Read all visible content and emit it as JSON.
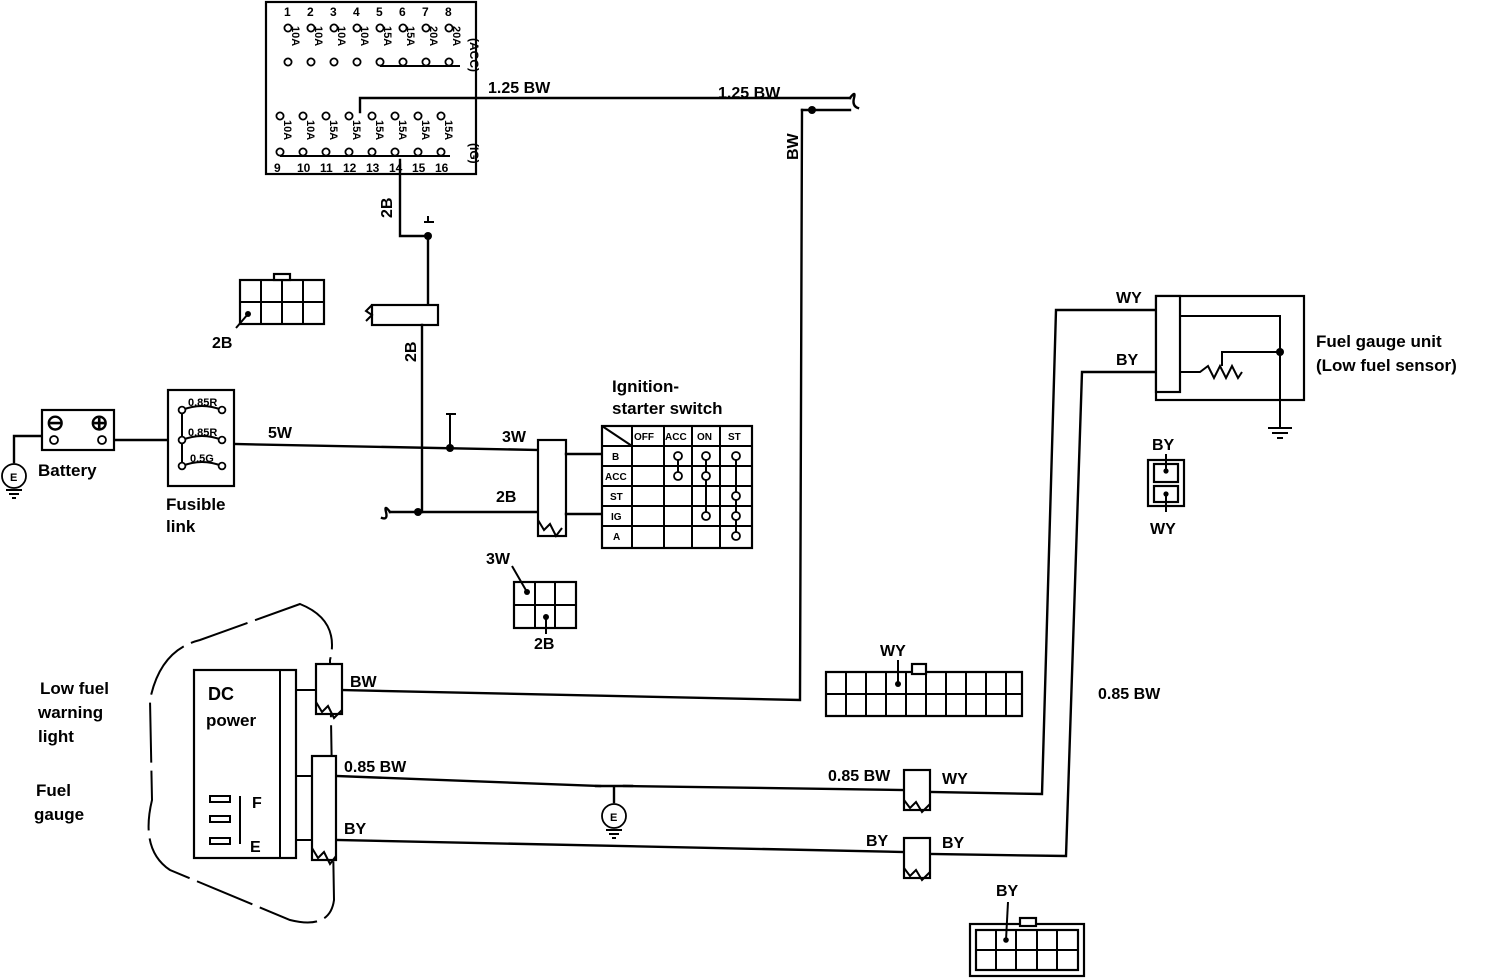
{
  "fuse_box": {
    "top_numbers": [
      "1",
      "2",
      "3",
      "4",
      "5",
      "6",
      "7",
      "8"
    ],
    "top_ratings": [
      "10A",
      "10A",
      "10A",
      "10A",
      "15A",
      "15A",
      "20A",
      "20A"
    ],
    "top_group": "(ACC)",
    "bottom_numbers": [
      "9",
      "10",
      "11",
      "12",
      "13",
      "14",
      "15",
      "16"
    ],
    "bottom_ratings": [
      "10A",
      "10A",
      "15A",
      "15A",
      "15A",
      "15A",
      "15A",
      "15A"
    ],
    "bottom_group": "(IG)"
  },
  "wires": {
    "fuse_out_1": "1.25 BW",
    "fuse_out_2": "1.25 BW",
    "bw_vertical": "BW",
    "ign_feed_top": "2B",
    "ign_feed_mid": "2B",
    "battery_out": "5W",
    "switch_3w": "3W",
    "switch_2b": "2B",
    "gauge_bw": "BW",
    "gauge_085bw": "0.85 BW",
    "gauge_by": "BY",
    "conn_085bw": "0.85 BW",
    "conn_wy": "WY",
    "conn_by_left": "BY",
    "conn_by_right": "BY",
    "right_085bw": "0.85 BW",
    "unit_wy": "WY",
    "unit_by": "BY"
  },
  "connectors": {
    "c1_label": "2B",
    "c2_top": "3W",
    "c2_bottom": "2B",
    "c3_label": "WY",
    "c4_top": "BY",
    "c4_bottom": "WY",
    "c5_label": "BY"
  },
  "battery": {
    "label": "Battery",
    "minus": "⊖",
    "plus": "⊕",
    "ground": "E"
  },
  "fusible_link": {
    "label_line1": "Fusible",
    "label_line2": "link",
    "ratings": [
      "0.85R",
      "0.85R",
      "0.5G"
    ]
  },
  "ignition_switch": {
    "title_line1": "Ignition-",
    "title_line2": "starter switch",
    "columns": [
      "OFF",
      "ACC",
      "ON",
      "ST"
    ],
    "rows": [
      "B",
      "ACC",
      "ST",
      "IG",
      "A"
    ]
  },
  "meter": {
    "dc_line1": "DC",
    "dc_line2": "power",
    "f_label": "F",
    "e_label": "E",
    "low_fuel_line1": "Low fuel",
    "low_fuel_line2": "warning",
    "low_fuel_line3": "light",
    "fuel_gauge_line1": "Fuel",
    "fuel_gauge_line2": "gauge",
    "ground": "E"
  },
  "sender_unit": {
    "label_line1": "Fuel gauge unit",
    "label_line2": "(Low fuel sensor)"
  }
}
